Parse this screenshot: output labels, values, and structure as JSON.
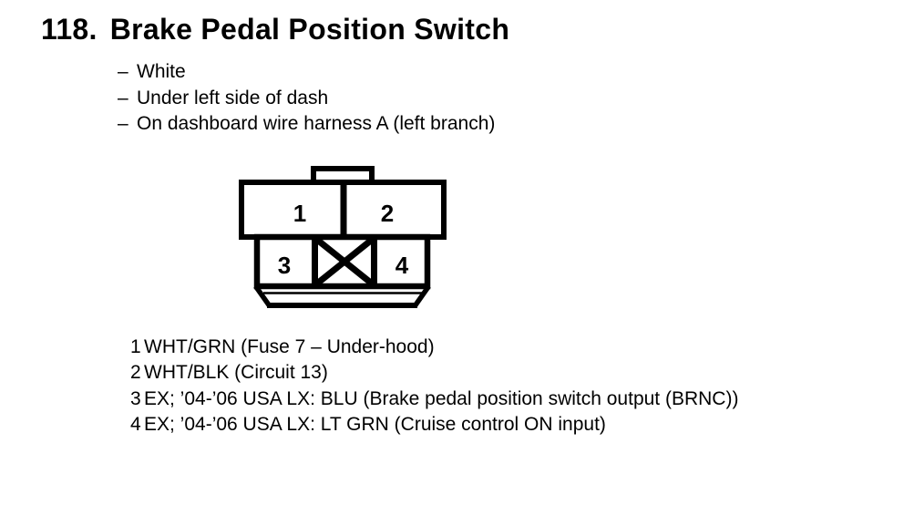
{
  "page": {
    "bg_color": "#ffffff",
    "ink_color": "#000000"
  },
  "section": {
    "number": "118.",
    "title": "Brake Pedal Position Switch"
  },
  "details": {
    "marker": "–",
    "items": [
      "White",
      "Under left side of dash",
      "On dashboard wire harness A (left branch)"
    ]
  },
  "connector": {
    "description": "4-cavity connector, front view, blocked center cavity marked with X",
    "cavity_labels": [
      "1",
      "2",
      "3",
      "4"
    ]
  },
  "pinout": {
    "rows": [
      {
        "pin": "1",
        "description": "WHT/GRN (Fuse 7 – Under-hood)"
      },
      {
        "pin": "2",
        "description": "WHT/BLK (Circuit 13)"
      },
      {
        "pin": "3",
        "description": "EX; ’04-’06 USA LX: BLU (Brake pedal position switch output (BRNC))"
      },
      {
        "pin": "4",
        "description": "EX; ’04-’06 USA LX: LT GRN (Cruise control ON input)"
      }
    ]
  }
}
